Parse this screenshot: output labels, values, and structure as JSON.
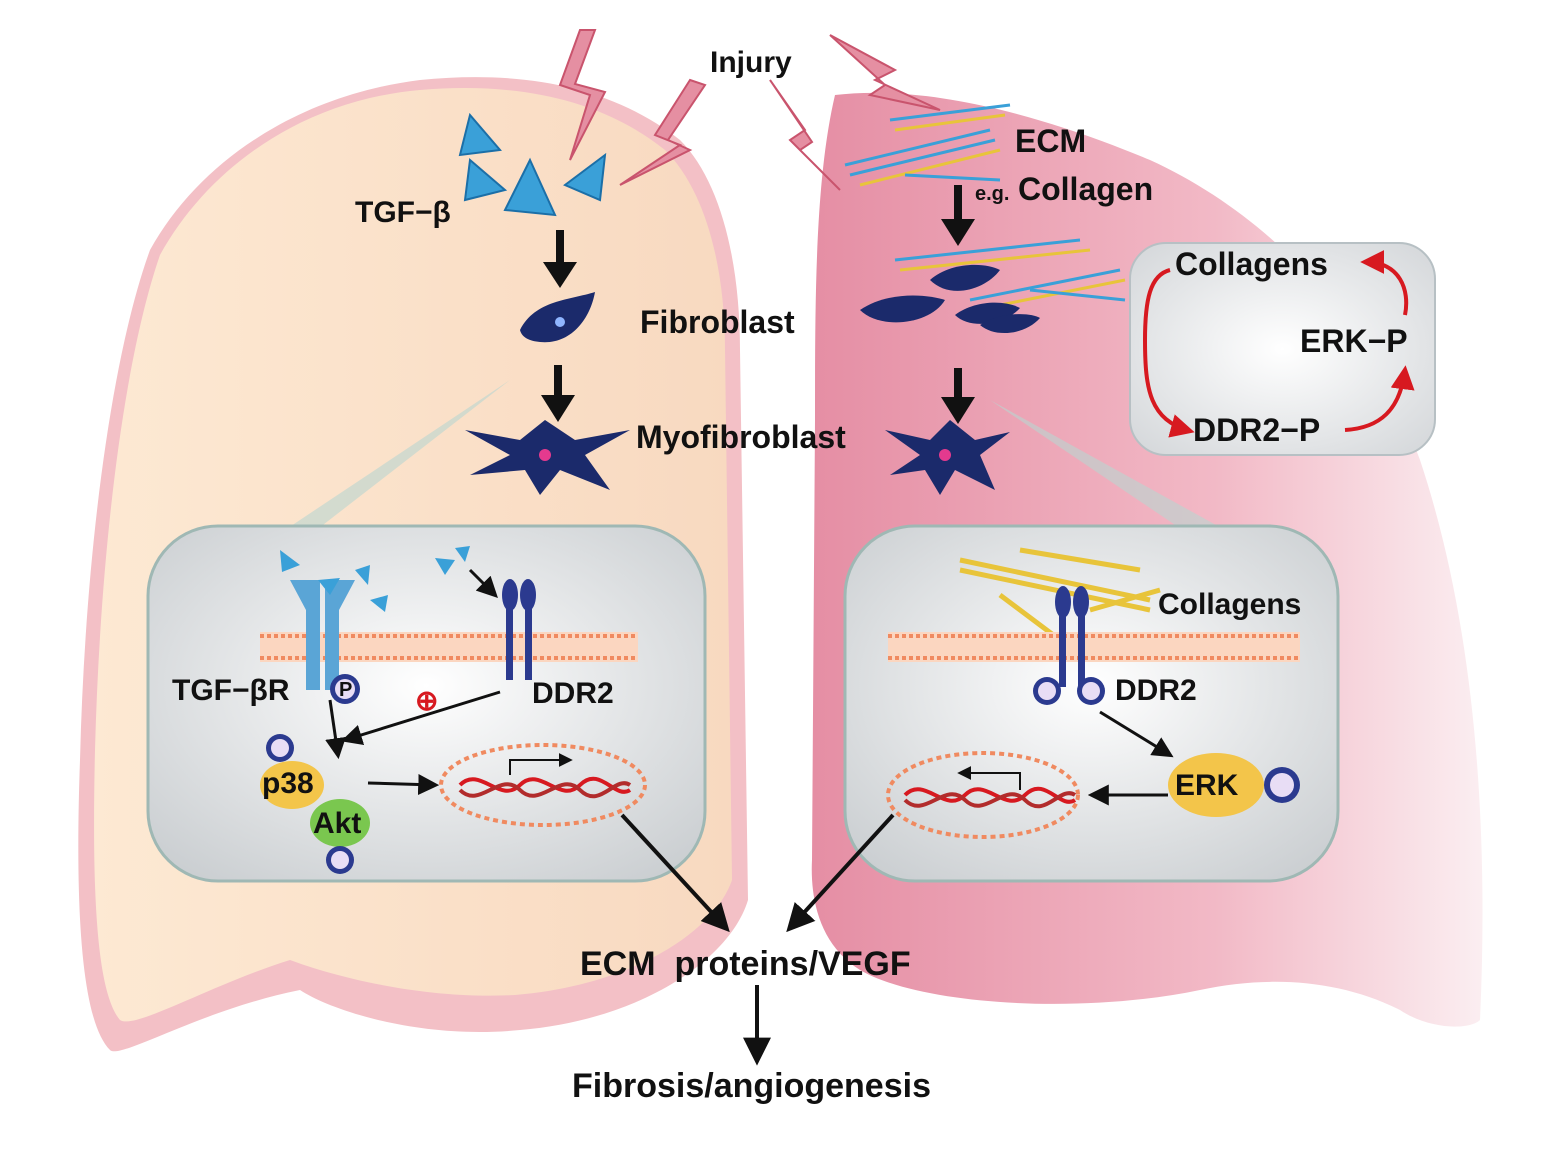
{
  "labels": {
    "injury": "Injury",
    "tgf_beta": "TGF−β",
    "fibroblast": "Fibroblast",
    "myofibroblast": "Myofibroblast",
    "ecm": "ECM",
    "eg": "e.g.",
    "collagen": "Collagen",
    "tgf_beta_r": "TGF−βR",
    "ddr2_left": "DDR2",
    "plus": "⊕",
    "p38": "p38",
    "akt": "Akt",
    "collagens_right": "Collagens",
    "ddr2_right": "DDR2",
    "erk": "ERK",
    "ecm_proteins": "ECM  proteins/VEGF",
    "fibrosis": "Fibrosis/angiogenesis",
    "phospho": "P"
  },
  "loop": {
    "collagens": "Collagens",
    "erk_p": "ERK−P",
    "ddr2_p": "DDR2−P"
  },
  "colors": {
    "left_lung": "#fbe6cf",
    "right_lung": "#eaa2b4",
    "arrow": "#111111",
    "loop_arrow": "#d71920",
    "cell": "#1b2a6b",
    "tgf": "#3aa0d8",
    "collagen_fiber": "#e8c43a"
  }
}
